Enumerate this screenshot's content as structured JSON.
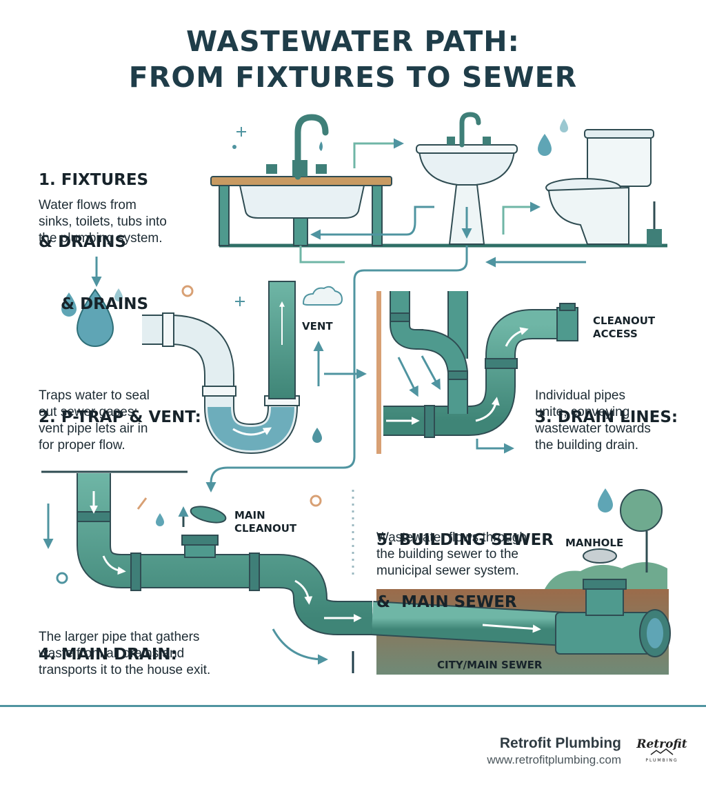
{
  "title": {
    "line1": "WASTEWATER PATH:",
    "line2": "FROM FIXTURES TO SEWER"
  },
  "sections": [
    {
      "heading": [
        "1. FIXTURES",
        "& DRAINS",
        "    & DRAINS"
      ],
      "body": [
        "Water flows from",
        "sinks, toilets, tubs into",
        "the plumbing system."
      ]
    },
    {
      "heading": [
        "2. P-TRAP & VENT:"
      ],
      "body": [
        "Traps water to seal",
        "out sewer gases;",
        "vent pipe lets air in",
        "for proper flow."
      ]
    },
    {
      "heading": [
        "3. DRAIN LINES:"
      ],
      "body": [
        "Individual pipes",
        "unite, conveying",
        "wastewater towards",
        "the building drain."
      ]
    },
    {
      "heading": [
        "4. MAIN DRAIN:"
      ],
      "body": [
        "The larger pipe that gathers",
        "waste from all drains and",
        "transports it to the house exit."
      ]
    },
    {
      "heading": [
        "5. BUILDING SEWER",
        "&  MAIN SEWER"
      ],
      "body": [
        "Wastewater flows through",
        "the building sewer to the",
        "municipal sewer system."
      ]
    }
  ],
  "labels": {
    "vent": "VENT",
    "cleanout_access": [
      "CLEANOUT",
      "ACCESS"
    ],
    "main_cleanout": [
      "MAIN",
      "CLEANOUT"
    ],
    "manhole": "MANHOLE",
    "city_sewer": "CITY/MAIN SEWER"
  },
  "footer": {
    "brand": "Retrofit Plumbing",
    "url": "www.retrofitplumbing.com",
    "logo_text": "Retrofit",
    "logo_subtext": "PLUMBING"
  },
  "colors": {
    "pipe": "#4f9a8e",
    "pipe_dark": "#2f6f66",
    "accent_teal": "#4f94a0",
    "water": "#5fa5b5",
    "title": "#1f3d49",
    "ground": "#9b6b4a"
  }
}
